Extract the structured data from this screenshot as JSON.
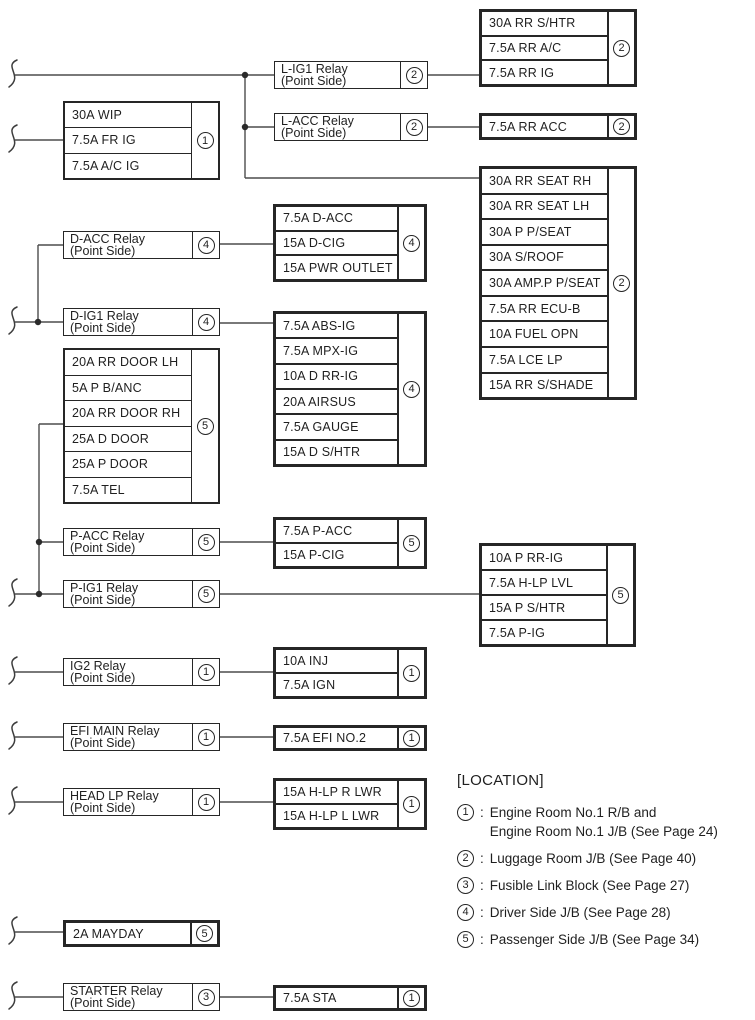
{
  "palette": {
    "ink": "#1f1f1f",
    "border": "#262626",
    "wire": "#4d4d4d",
    "background": "#ffffff"
  },
  "fuse_boxes": [
    {
      "name": "luggage-htr-group",
      "loc": "2",
      "rows": [
        "30A RR S/HTR",
        "7.5A RR A/C",
        "7.5A RR IG"
      ]
    },
    {
      "name": "rr-acc",
      "loc": "2",
      "rows": [
        "7.5A RR ACC"
      ]
    },
    {
      "name": "luggage-room-group",
      "loc": "2",
      "rows": [
        "30A RR SEAT RH",
        "30A RR SEAT LH",
        "30A P P/SEAT",
        "30A S/ROOF",
        "30A AMP.P P/SEAT",
        "7.5A RR ECU-B",
        "10A FUEL OPN",
        "7.5A LCE LP",
        "15A RR S/SHADE"
      ]
    },
    {
      "name": "p-ig-group",
      "loc": "5",
      "rows": [
        "10A P RR-IG",
        "7.5A H-LP LVL",
        "15A P S/HTR",
        "7.5A P-IG"
      ]
    },
    {
      "name": "wip-group",
      "loc": "1",
      "rows": [
        "30A WIP",
        "7.5A FR IG",
        "7.5A A/C IG"
      ]
    },
    {
      "name": "passenger-door-group",
      "loc": "5",
      "rows": [
        "20A RR DOOR LH",
        "5A P B/ANC",
        "20A RR DOOR RH",
        "25A D DOOR",
        "25A P DOOR",
        "7.5A TEL"
      ]
    },
    {
      "name": "mayday",
      "loc": "5",
      "rows": [
        "2A MAYDAY"
      ]
    },
    {
      "name": "d-acc-group",
      "loc": "4",
      "rows": [
        "7.5A D-ACC",
        "15A D-CIG",
        "15A PWR OUTLET"
      ]
    },
    {
      "name": "d-ig-group",
      "loc": "4",
      "rows": [
        "7.5A ABS-IG",
        "7.5A MPX-IG",
        "10A D RR-IG",
        "20A AIRSUS",
        "7.5A GAUGE",
        "15A D S/HTR"
      ]
    },
    {
      "name": "p-acc-group",
      "loc": "5",
      "rows": [
        "7.5A P-ACC",
        "15A P-CIG"
      ]
    },
    {
      "name": "ig2-group",
      "loc": "1",
      "rows": [
        "10A INJ",
        "7.5A IGN"
      ]
    },
    {
      "name": "efi-no2",
      "loc": "1",
      "rows": [
        "7.5A EFI NO.2"
      ]
    },
    {
      "name": "head-lp-group",
      "loc": "1",
      "rows": [
        "15A H-LP R LWR",
        "15A H-LP L LWR"
      ]
    },
    {
      "name": "sta",
      "loc": "1",
      "rows": [
        "7.5A STA"
      ]
    }
  ],
  "relays": [
    {
      "name": "L-IG1 Relay",
      "sub": "(Point Side)",
      "loc": "2"
    },
    {
      "name": "L-ACC Relay",
      "sub": "(Point Side)",
      "loc": "2"
    },
    {
      "name": "D-ACC Relay",
      "sub": "(Point Side)",
      "loc": "4"
    },
    {
      "name": "D-IG1 Relay",
      "sub": "(Point Side)",
      "loc": "4"
    },
    {
      "name": "P-ACC Relay",
      "sub": "(Point Side)",
      "loc": "5"
    },
    {
      "name": "P-IG1 Relay",
      "sub": "(Point Side)",
      "loc": "5"
    },
    {
      "name": "IG2 Relay",
      "sub": "(Point Side)",
      "loc": "1"
    },
    {
      "name": "EFI MAIN Relay",
      "sub": "(Point Side)",
      "loc": "1"
    },
    {
      "name": "HEAD LP Relay",
      "sub": "(Point Side)",
      "loc": "1"
    },
    {
      "name": "STARTER Relay",
      "sub": "(Point Side)",
      "loc": "3"
    }
  ],
  "location": {
    "title": "[LOCATION]",
    "colon": ":",
    "entries": [
      {
        "num": "1",
        "text": "Engine Room No.1 R/B and",
        "text2": "Engine Room No.1 J/B (See Page 24)"
      },
      {
        "num": "2",
        "text": "Luggage Room J/B (See Page 40)"
      },
      {
        "num": "3",
        "text": "Fusible Link Block (See Page 27)"
      },
      {
        "num": "4",
        "text": "Driver Side J/B (See Page 28)"
      },
      {
        "num": "5",
        "text": "Passenger Side J/B (See Page 34)"
      }
    ]
  }
}
